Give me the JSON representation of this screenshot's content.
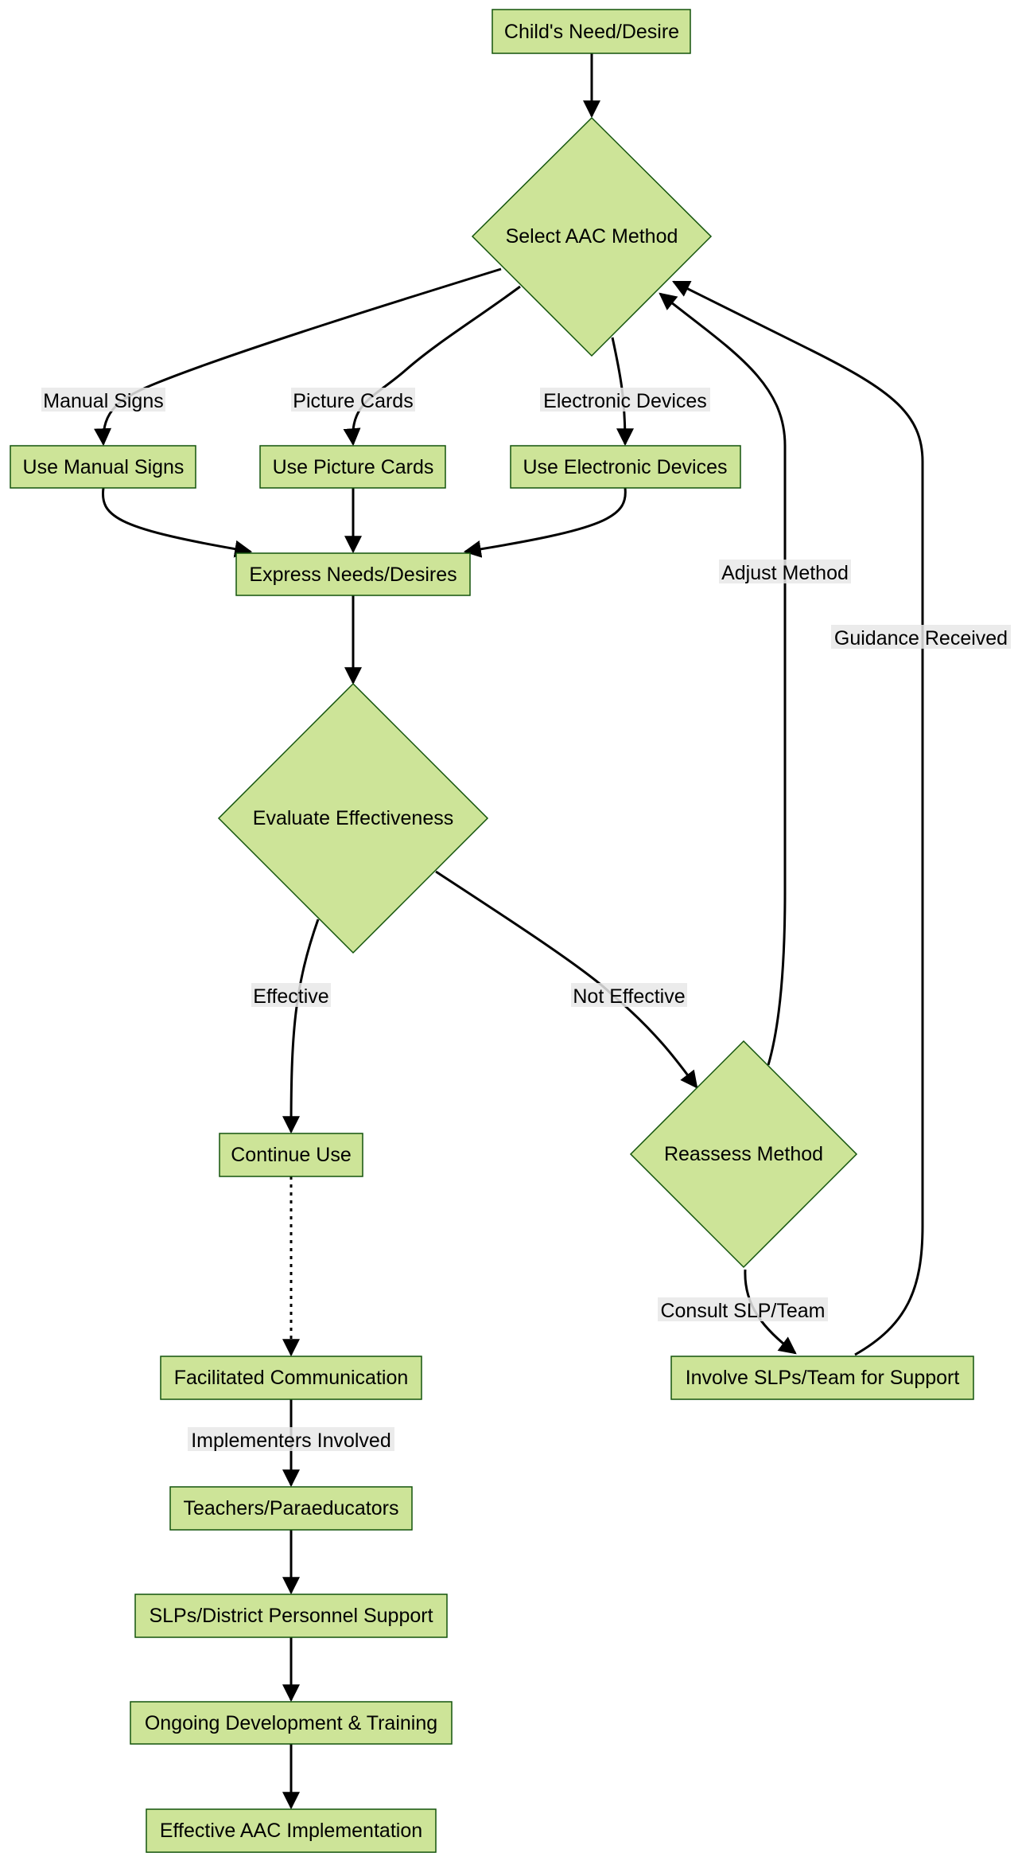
{
  "nodes": {
    "need": "Child's Need/Desire",
    "select": "Select AAC Method",
    "signs": "Use Manual Signs",
    "cards": "Use Picture Cards",
    "devices": "Use Electronic Devices",
    "express": "Express Needs/Desires",
    "evaluate": "Evaluate Effectiveness",
    "continue": "Continue Use",
    "reassess": "Reassess Method",
    "facilitated": "Facilitated Communication",
    "involve": "Involve SLPs/Team for Support",
    "teachers": "Teachers/Paraeducators",
    "slps": "SLPs/District Personnel Support",
    "ongoing": "Ongoing Development & Training",
    "effective_impl": "Effective AAC Implementation"
  },
  "edge_labels": {
    "manual_signs": "Manual Signs",
    "picture_cards": "Picture Cards",
    "electronic_devices": "Electronic Devices",
    "adjust_method": "Adjust Method",
    "guidance_received": "Guidance Received",
    "effective": "Effective",
    "not_effective": "Not Effective",
    "consult": "Consult SLP/Team",
    "implementers": "Implementers Involved"
  },
  "colors": {
    "node_fill": "#cde498",
    "node_stroke": "#13540c",
    "edge": "#000000",
    "label_bg": "#e8e8e8"
  }
}
